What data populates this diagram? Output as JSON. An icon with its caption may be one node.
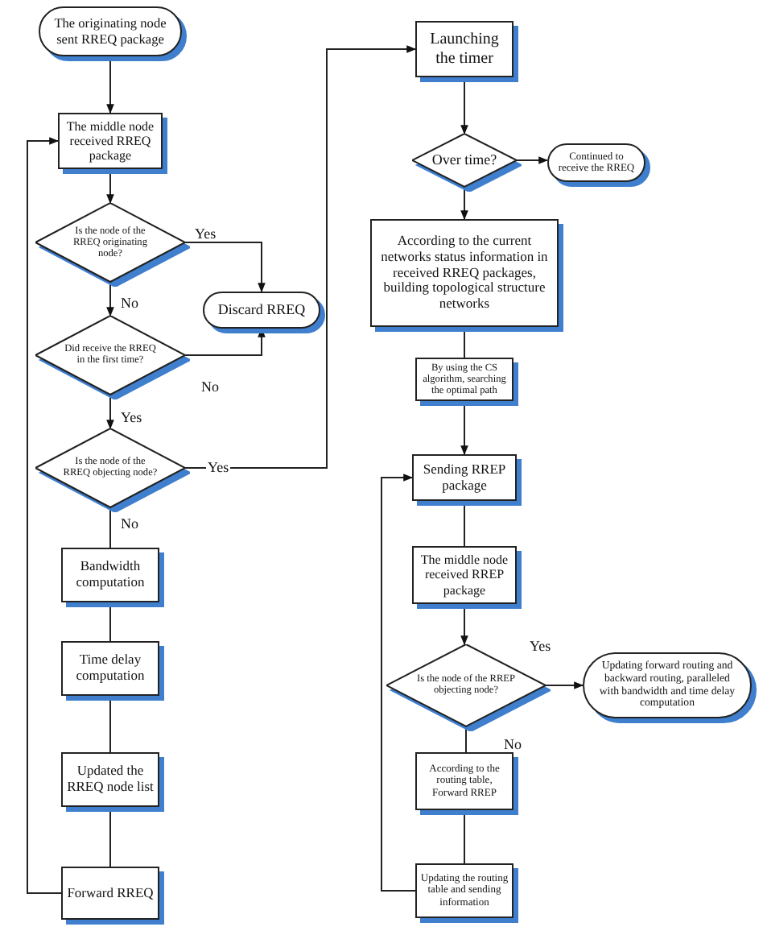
{
  "diagram": {
    "nodes": [
      {
        "text": [
          "The originating node sent RREQ package"
        ]
      },
      {
        "text": [
          "The middle node received RREQ package"
        ]
      },
      {
        "text": [
          "Is the node of the RREQ originating node?"
        ]
      },
      {
        "text": [
          "Discard RREQ"
        ]
      },
      {
        "text": [
          "Did receive the RREQ in the first time?"
        ]
      },
      {
        "text": [
          "Is the node of the RREQ objecting node?"
        ]
      },
      {
        "text": [
          "Bandwidth computation"
        ]
      },
      {
        "text": [
          "Time delay computation"
        ]
      },
      {
        "text": [
          "Updated the RREQ node list"
        ]
      },
      {
        "text": [
          "Forward RREQ"
        ]
      },
      {
        "text": [
          "Launching the timer"
        ]
      },
      {
        "text": [
          "Over time?"
        ]
      },
      {
        "text": [
          "Continued to receive the RREQ"
        ]
      },
      {
        "text": [
          "According to the current networks status information in received RREQ packages, building topological structure networks"
        ]
      },
      {
        "text": [
          "By using the CS algorithm, searching the optimal path"
        ]
      },
      {
        "text": [
          "Sending RREP package"
        ]
      },
      {
        "text": [
          "The middle node received RREP package"
        ]
      },
      {
        "text": [
          "Is the node of the RREP objecting node?"
        ]
      },
      {
        "text": [
          "Updating forward routing and backward routing, paralleled with bandwidth and time delay computation"
        ]
      },
      {
        "text": [
          "According to the routing table, Forward RREP"
        ]
      },
      {
        "text": [
          "Updating the routing table and sending information"
        ]
      }
    ],
    "edges": [
      {
        "from": 0,
        "to": 1,
        "arrow": "to"
      },
      {
        "from": 1,
        "to": 2,
        "arrow": "to"
      },
      {
        "from": 2,
        "to": 3,
        "arrow": "to",
        "label": "Yes"
      },
      {
        "from": 2,
        "to": 4,
        "arrow": "to",
        "label": "No"
      },
      {
        "from": 4,
        "to": 3,
        "arrow": "to",
        "label": "No"
      },
      {
        "from": 4,
        "to": 5,
        "arrow": "to",
        "label": "Yes"
      },
      {
        "from": 5,
        "to": 10,
        "arrow": "to",
        "label": "Yes"
      },
      {
        "from": 5,
        "to": 6,
        "arrow": "none",
        "label": "No"
      },
      {
        "from": 6,
        "to": 7,
        "arrow": "none"
      },
      {
        "from": 7,
        "to": 8,
        "arrow": "none"
      },
      {
        "from": 8,
        "to": 9,
        "arrow": "none"
      },
      {
        "from": 9,
        "to": 1,
        "arrow": "to"
      },
      {
        "from": 10,
        "to": 11,
        "arrow": "to"
      },
      {
        "from": 11,
        "to": 12,
        "arrow": "to"
      },
      {
        "from": 11,
        "to": 13,
        "arrow": "to"
      },
      {
        "from": 13,
        "to": 14,
        "arrow": "none"
      },
      {
        "from": 14,
        "to": 15,
        "arrow": "to"
      },
      {
        "from": 15,
        "to": 16,
        "arrow": "none"
      },
      {
        "from": 16,
        "to": 17,
        "arrow": "to"
      },
      {
        "from": 17,
        "to": 18,
        "arrow": "to",
        "label": "Yes"
      },
      {
        "from": 17,
        "to": 19,
        "arrow": "none",
        "label": "No"
      },
      {
        "from": 19,
        "to": 20,
        "arrow": "none"
      },
      {
        "from": 20,
        "to": 15,
        "arrow": "to"
      }
    ]
  }
}
